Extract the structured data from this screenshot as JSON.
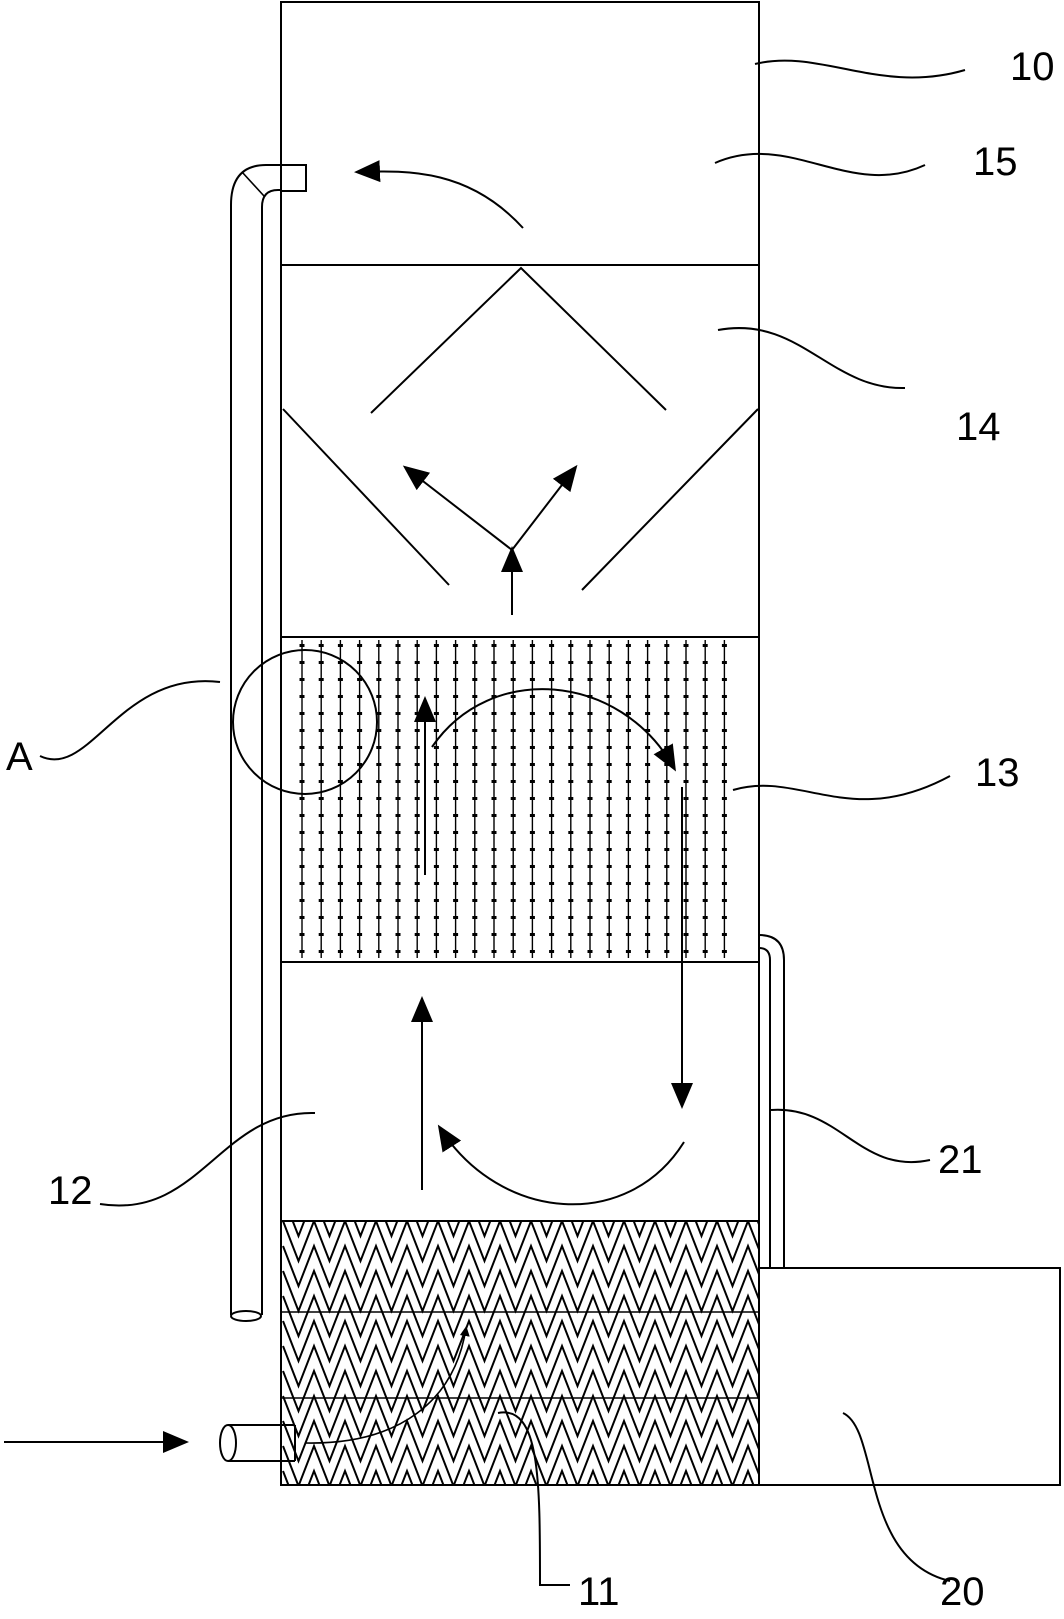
{
  "figure": {
    "labels": {
      "tower": "10",
      "top_chamber": "15",
      "deflector": "14",
      "packing_layer": "13",
      "middle_chamber": "12",
      "bottom_layer": "11",
      "tank": "20",
      "return_pipe": "21",
      "detail_callout": "A"
    }
  }
}
